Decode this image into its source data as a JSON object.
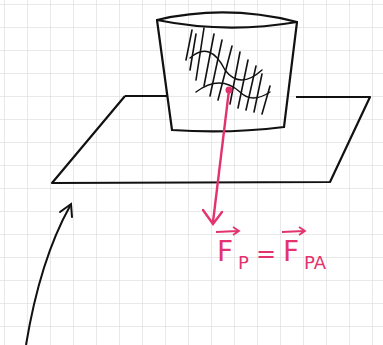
{
  "diagram": {
    "labels": [
      "F",
      "P",
      "=",
      "F",
      "PA"
    ]
  }
}
